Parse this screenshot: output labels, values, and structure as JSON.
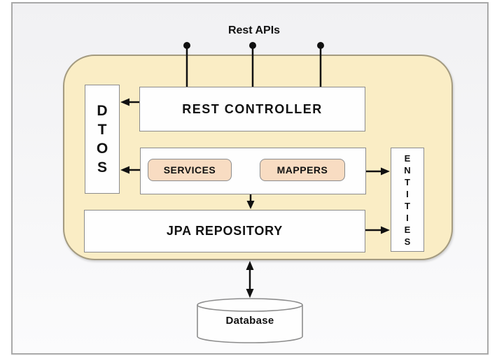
{
  "diagram": {
    "top_label": "Rest APIs",
    "nodes": {
      "rest_controller": "REST CONTROLLER",
      "dtos": "DTOS",
      "services": "SERVICES",
      "mappers": "MAPPERS",
      "entities": "ENTITIES",
      "jpa_repository": "JPA REPOSITORY",
      "database": "Database"
    },
    "colors": {
      "container_fill": "#FAEDC5",
      "container_border": "#A49B80",
      "node_fill": "#FEFEFE",
      "node_border": "#8C8C8C",
      "accent_fill": "#F8DCC2",
      "line": "#111111"
    }
  }
}
